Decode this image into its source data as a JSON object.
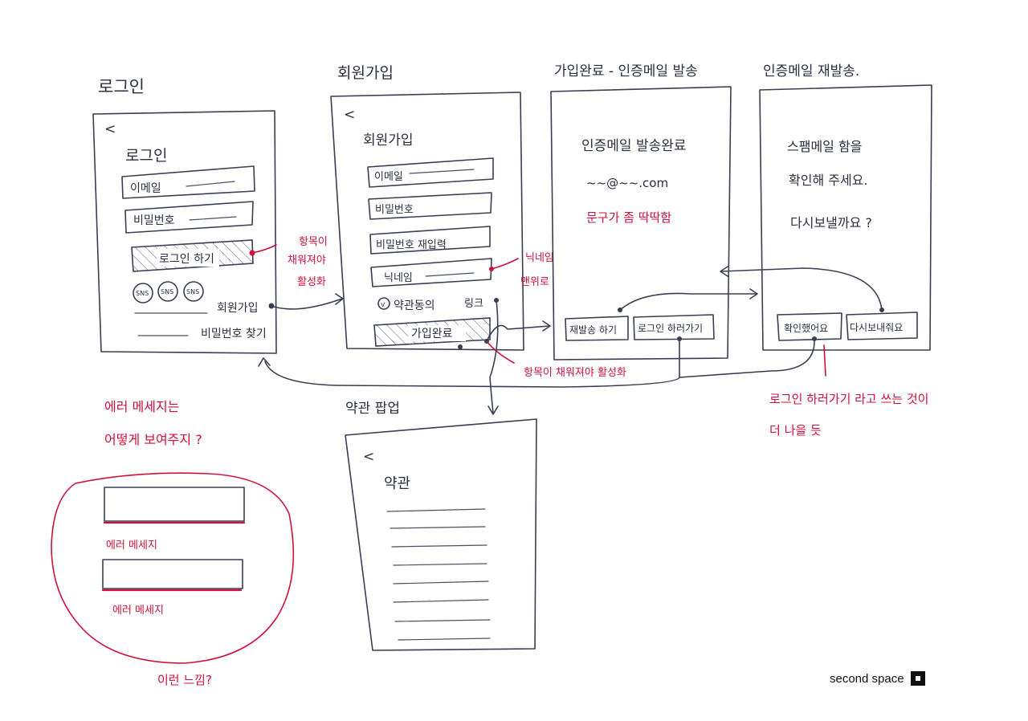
{
  "screens": {
    "login": {
      "heading": "로그인",
      "back": "<",
      "title": "로그인",
      "email_field": "이메일",
      "password_field": "비밀번호",
      "login_button": "로그인 하기",
      "sns": [
        "SNS",
        "SNS",
        "SNS"
      ],
      "signup_link": "회원가입",
      "find_password_link": "비밀번호 찾기"
    },
    "signup": {
      "heading": "회원가입",
      "back": "<",
      "title": "회원가입",
      "email_field": "이메일",
      "password_field": "비밀번호",
      "password_confirm_field": "비밀번호 재입력",
      "nickname_field": "닉네임",
      "terms_checkbox": "v",
      "terms_label": "약관동의",
      "terms_link": "링크",
      "submit_button": "가입완료"
    },
    "signup_complete": {
      "heading": "가입완료 - 인증메일 발송",
      "message": "인증메일 발송완료",
      "email_example": "~~@~~.com",
      "resend_button": "재발송 하기",
      "go_login_button": "로그인 하러가기"
    },
    "resend": {
      "heading": "인증메일 재발송.",
      "message_line1": "스팸메일 함을",
      "message_line2": "확인해 주세요.",
      "question": "다시보낼까요 ?",
      "confirm_button": "확인했어요",
      "resend_button": "다시보내줘요"
    },
    "terms_popup": {
      "heading": "약관 팝업",
      "back": "<",
      "title": "약관"
    }
  },
  "notes": {
    "login_activate": [
      "항목이",
      "채워져야",
      "활성화"
    ],
    "nickname_top": [
      "닉네임",
      "맨위로"
    ],
    "signup_activate": "항목이  채워져야 활성화",
    "wording_stiff": "문구가 좀 딱딱함",
    "suggest_line1": "로그인 하러가기 라고 쓰는 것이",
    "suggest_line2": "더 나을 듯",
    "error_question_line1": "에러 메세지는",
    "error_question_line2": "어떻게 보여주지 ?",
    "error_message_1": "에러 메세지",
    "error_message_2": "에러 메세지",
    "feel": "이런 느낌?"
  },
  "brand": {
    "name": "second space"
  },
  "colors": {
    "ink": "#3a3e52",
    "annotation": "#d0103a"
  }
}
